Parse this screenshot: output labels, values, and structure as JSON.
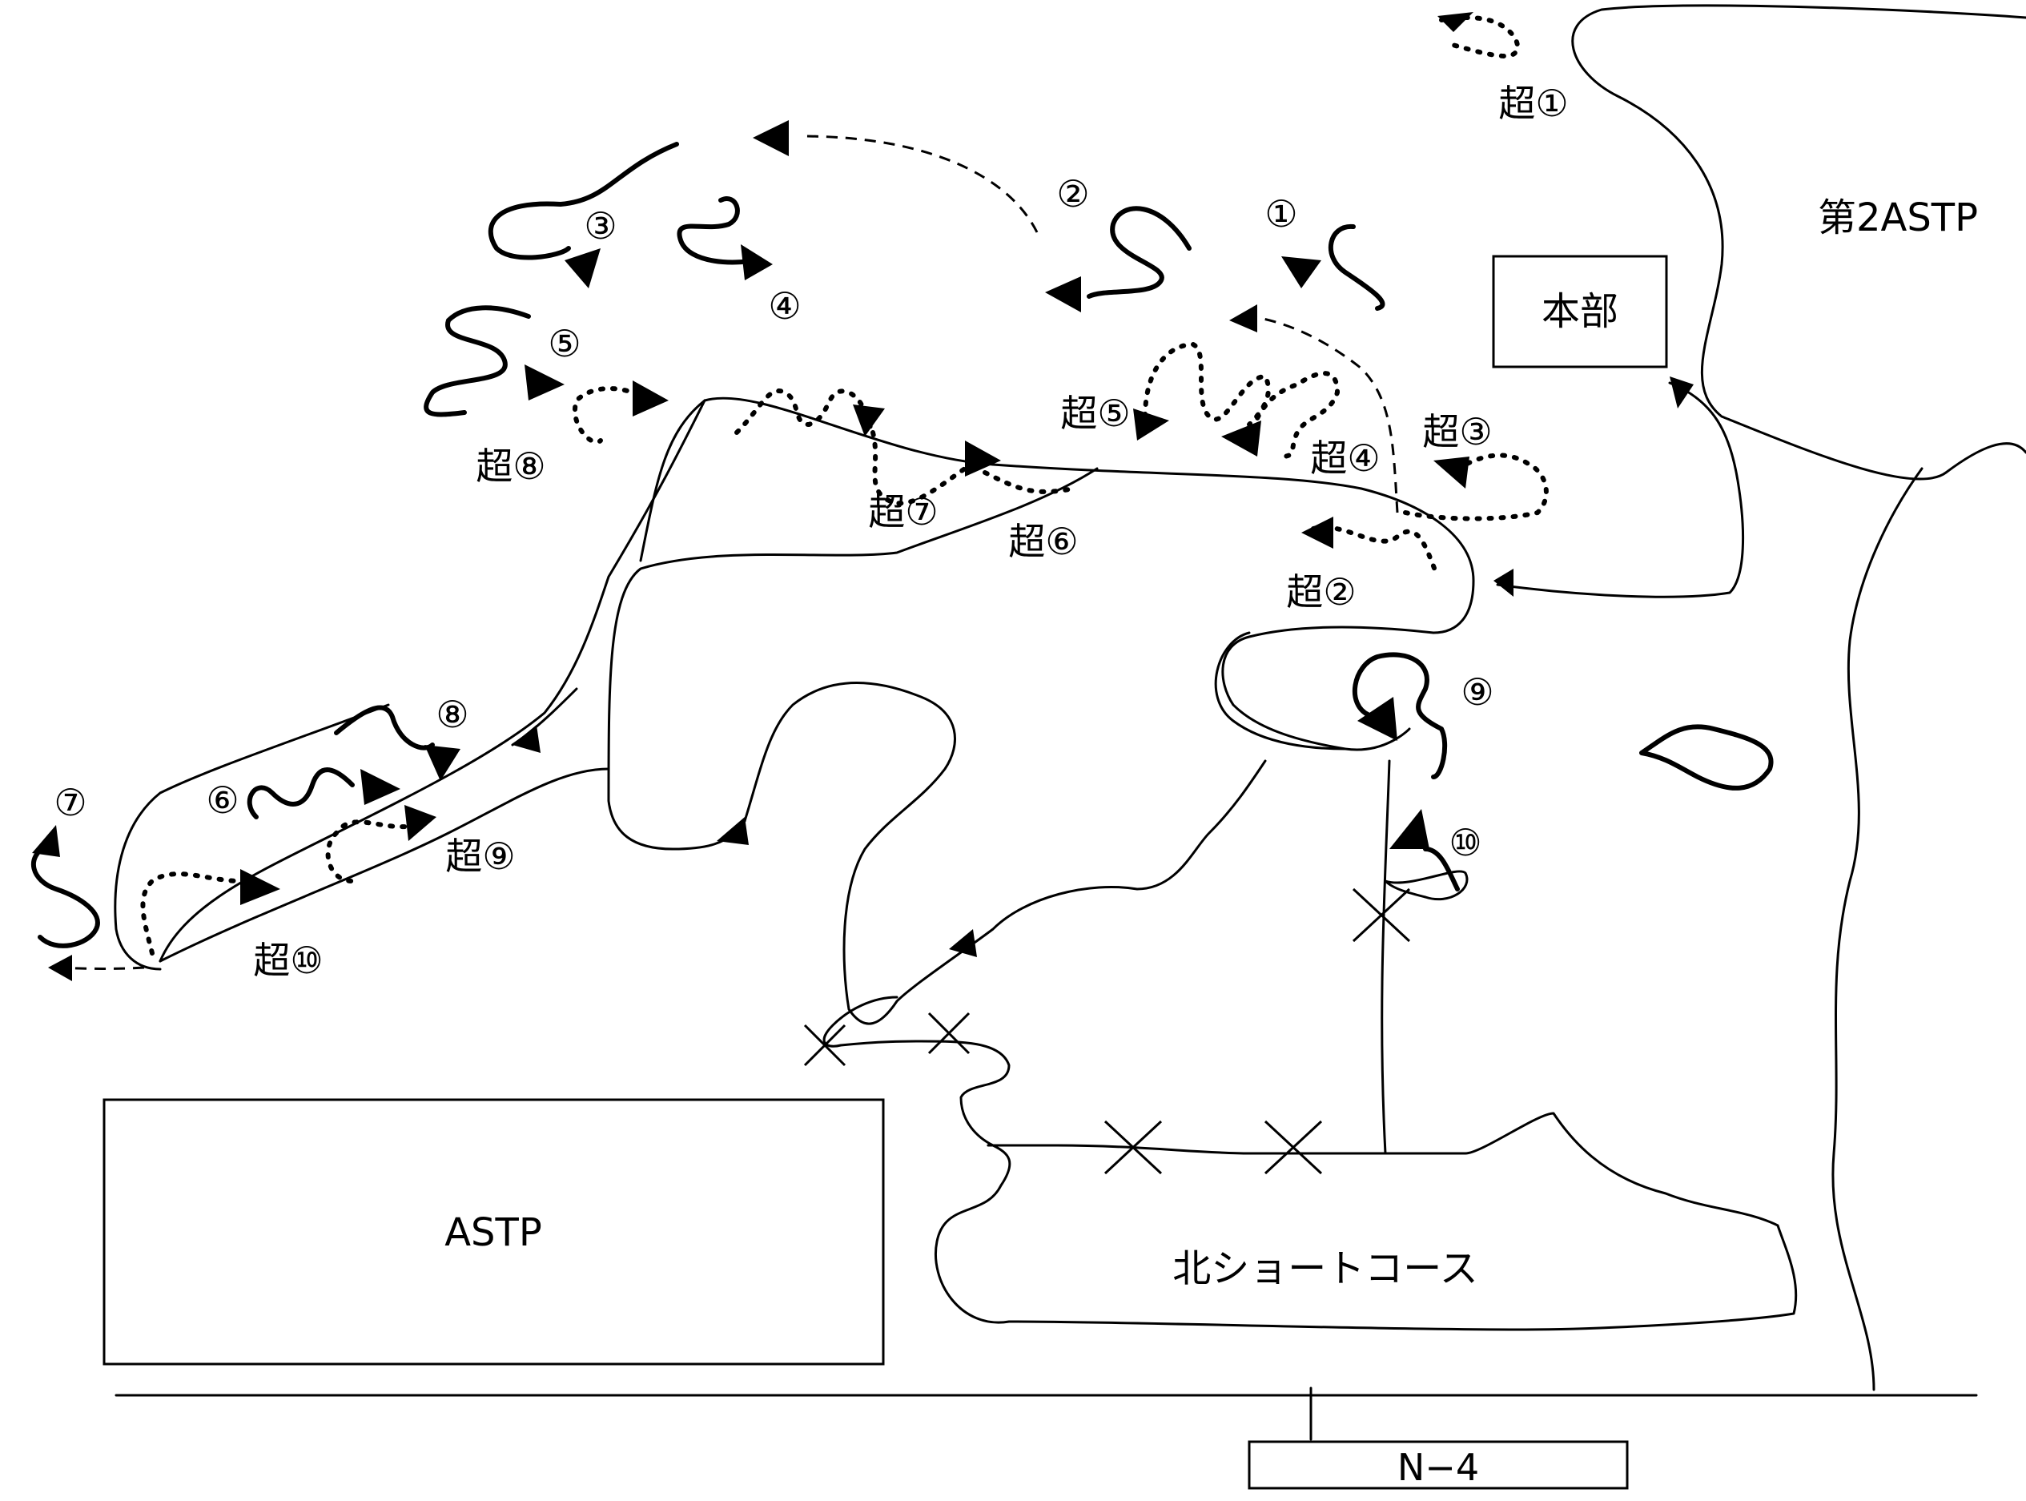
{
  "buildings": {
    "astp": "ASTP",
    "astp2": "第2ASTP",
    "headquarters": "本部",
    "north_short_course": "北ショートコース",
    "road_sign": "N−4"
  },
  "beginner_courses": [
    "①",
    "②",
    "③",
    "④",
    "⑤",
    "⑥",
    "⑦",
    "⑧",
    "⑨",
    "⑩"
  ],
  "ultra_courses": [
    "超①",
    "超②",
    "超③",
    "超④",
    "超⑤",
    "超⑥",
    "超⑦",
    "超⑧",
    "超⑨",
    "超⑩"
  ]
}
